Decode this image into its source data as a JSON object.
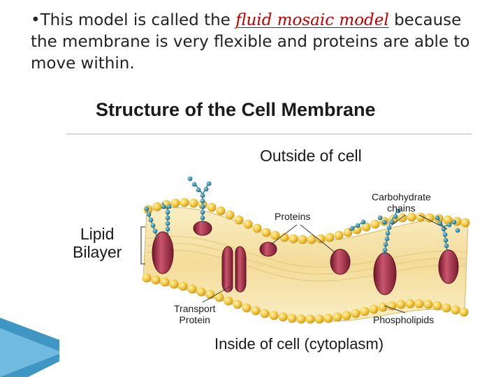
{
  "bullet": {
    "marker": "•",
    "text_before": "This model is called the ",
    "highlight": "fluid mosaic model",
    "text_after": " because the membrane is very flexible and proteins are able to move within."
  },
  "figure": {
    "title": "Structure of the Cell Membrane",
    "outside_label": "Outside of cell",
    "inside_label": "Inside of cell (cytoplasm)",
    "lipid_label_line1": "Lipid",
    "lipid_label_line2": "Bilayer",
    "proteins_label": "Proteins",
    "carbohydrate_label_line1": "Carbohydrate",
    "carbohydrate_label_line2": "chains",
    "transport_label_line1": "Transport",
    "transport_label_line2": "Protein",
    "phospholipids_label": "Phospholipids"
  },
  "colors": {
    "highlight": "#c00000",
    "text": "#222222",
    "lipid_head": "#f0c43a",
    "lipid_tail": "#f6e6b4",
    "protein": "#a8324a",
    "carbohydrate": "#1f7d99",
    "accent_blue": "#1f84b8"
  }
}
